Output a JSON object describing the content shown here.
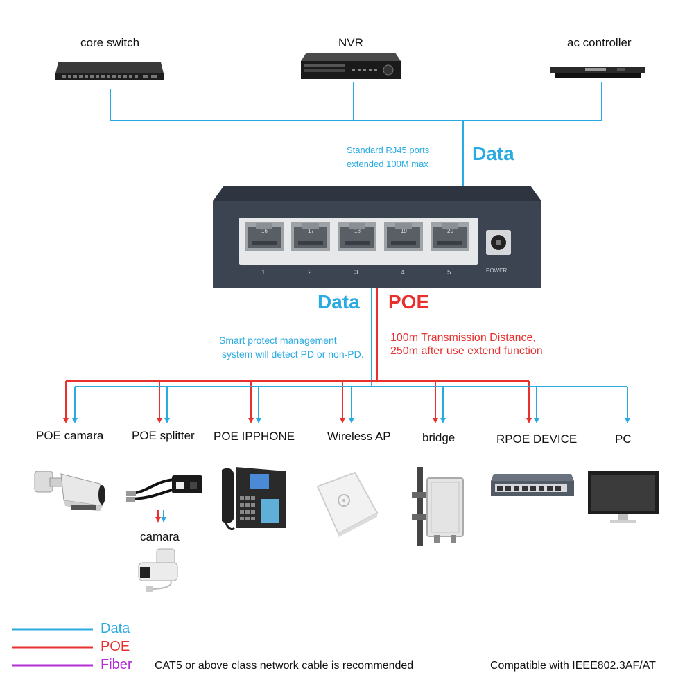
{
  "top_devices": {
    "core_switch": "core switch",
    "nvr": "NVR",
    "ac_controller": "ac controller"
  },
  "annotations": {
    "rj45_note_line1": "Standard RJ45 ports",
    "rj45_note_line2": "extended 100M max",
    "data_upper": "Data",
    "data_lower": "Data",
    "poe": "POE",
    "smart_line1": "Smart protect management",
    "smart_line2": "system will detect PD or non-PD.",
    "distance_line1": "100m Transmission Distance,",
    "distance_line2": "250m after use extend function"
  },
  "switch": {
    "ports": [
      {
        "label": "1",
        "led": "16"
      },
      {
        "label": "2",
        "led": "17"
      },
      {
        "label": "3",
        "led": "18"
      },
      {
        "label": "4",
        "led": "19"
      },
      {
        "label": "5",
        "led": "20"
      }
    ],
    "power_label": "POWER"
  },
  "endpoints": [
    {
      "label": "POE camara",
      "icon": "bullet-camera-icon",
      "poe": true
    },
    {
      "label": "POE splitter",
      "icon": "poe-splitter-icon",
      "poe": true
    },
    {
      "label": "POE IPPHONE",
      "icon": "ip-phone-icon",
      "poe": true
    },
    {
      "label": "Wireless AP",
      "icon": "wireless-ap-icon",
      "poe": true
    },
    {
      "label": "bridge",
      "icon": "outdoor-bridge-icon",
      "poe": true
    },
    {
      "label": "RPOE DEVICE",
      "icon": "poe-switch-icon",
      "poe": true
    },
    {
      "label": "PC",
      "icon": "monitor-icon",
      "poe": false
    }
  ],
  "splitter_output": {
    "label": "camara",
    "icon": "dome-camera-icon"
  },
  "legend": [
    {
      "label": "Data",
      "color": "#29abe2"
    },
    {
      "label": "POE",
      "color": "#e8312f"
    },
    {
      "label": "Fiber",
      "color": "#b22fd6"
    }
  ],
  "footer": {
    "cable_note": "CAT5 or above class network cable is recommended",
    "compat_note": "Compatible with IEEE802.3AF/AT"
  },
  "colors": {
    "data": "#29abe2",
    "poe": "#e8312f",
    "fiber": "#b22fd6",
    "switch_body": "#3c4452"
  }
}
